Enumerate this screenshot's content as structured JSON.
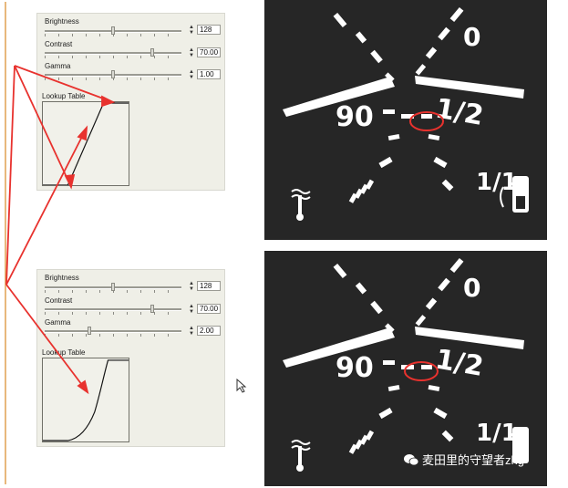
{
  "panels": [
    {
      "brightness": {
        "label": "Brightness",
        "value": "128"
      },
      "contrast": {
        "label": "Contrast",
        "value": "70.00"
      },
      "gamma": {
        "label": "Gamma",
        "value": "1.00"
      },
      "lut_label": "Lookup Table"
    },
    {
      "brightness": {
        "label": "Brightness",
        "value": "128"
      },
      "contrast": {
        "label": "Contrast",
        "value": "70.00"
      },
      "gamma": {
        "label": "Gamma",
        "value": "2.00"
      },
      "lut_label": "Lookup Table"
    }
  ],
  "gauges": [
    {
      "label_left": "90",
      "label_half": "1/2",
      "label_full": "1/1",
      "label_empty": "0"
    },
    {
      "label_left": "90",
      "label_half": "1/2",
      "label_full": "1/1",
      "label_empty": "0"
    }
  ],
  "watermark": {
    "text": "麦田里的守望者zhg"
  },
  "colors": {
    "annotation": "#e8322e",
    "bracket": "#e0a050",
    "dial_bg": "#262626"
  }
}
